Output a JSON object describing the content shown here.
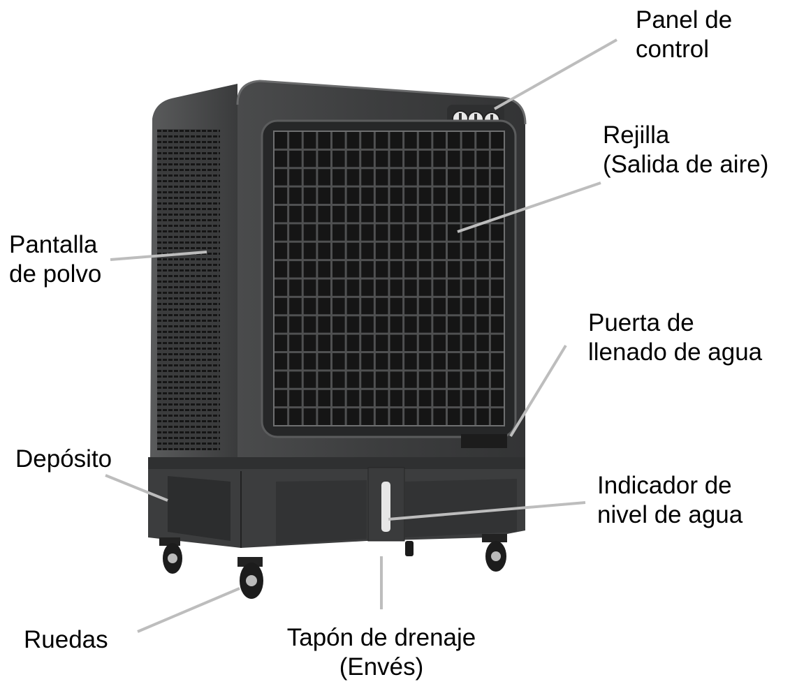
{
  "labels": {
    "control_panel": [
      "Panel de",
      "control"
    ],
    "grille": [
      "Rejilla",
      "(Salida de aire)"
    ],
    "dust_screen": [
      "Pantalla",
      "de polvo"
    ],
    "water_fill_door": [
      "Puerta de",
      "llenado de agua"
    ],
    "tank": [
      "Depósito"
    ],
    "water_level_indicator": [
      "Indicador de",
      "nivel de agua"
    ],
    "wheels": [
      "Ruedas"
    ],
    "drain_plug": [
      "Tapón de drenaje",
      "(Envés)"
    ]
  },
  "colors": {
    "leader_line": "#bdbdbd",
    "body": "#3e3f40",
    "body_dark": "#2a2b2c",
    "grille_dark": "#1a1a1a",
    "text": "#000000"
  }
}
